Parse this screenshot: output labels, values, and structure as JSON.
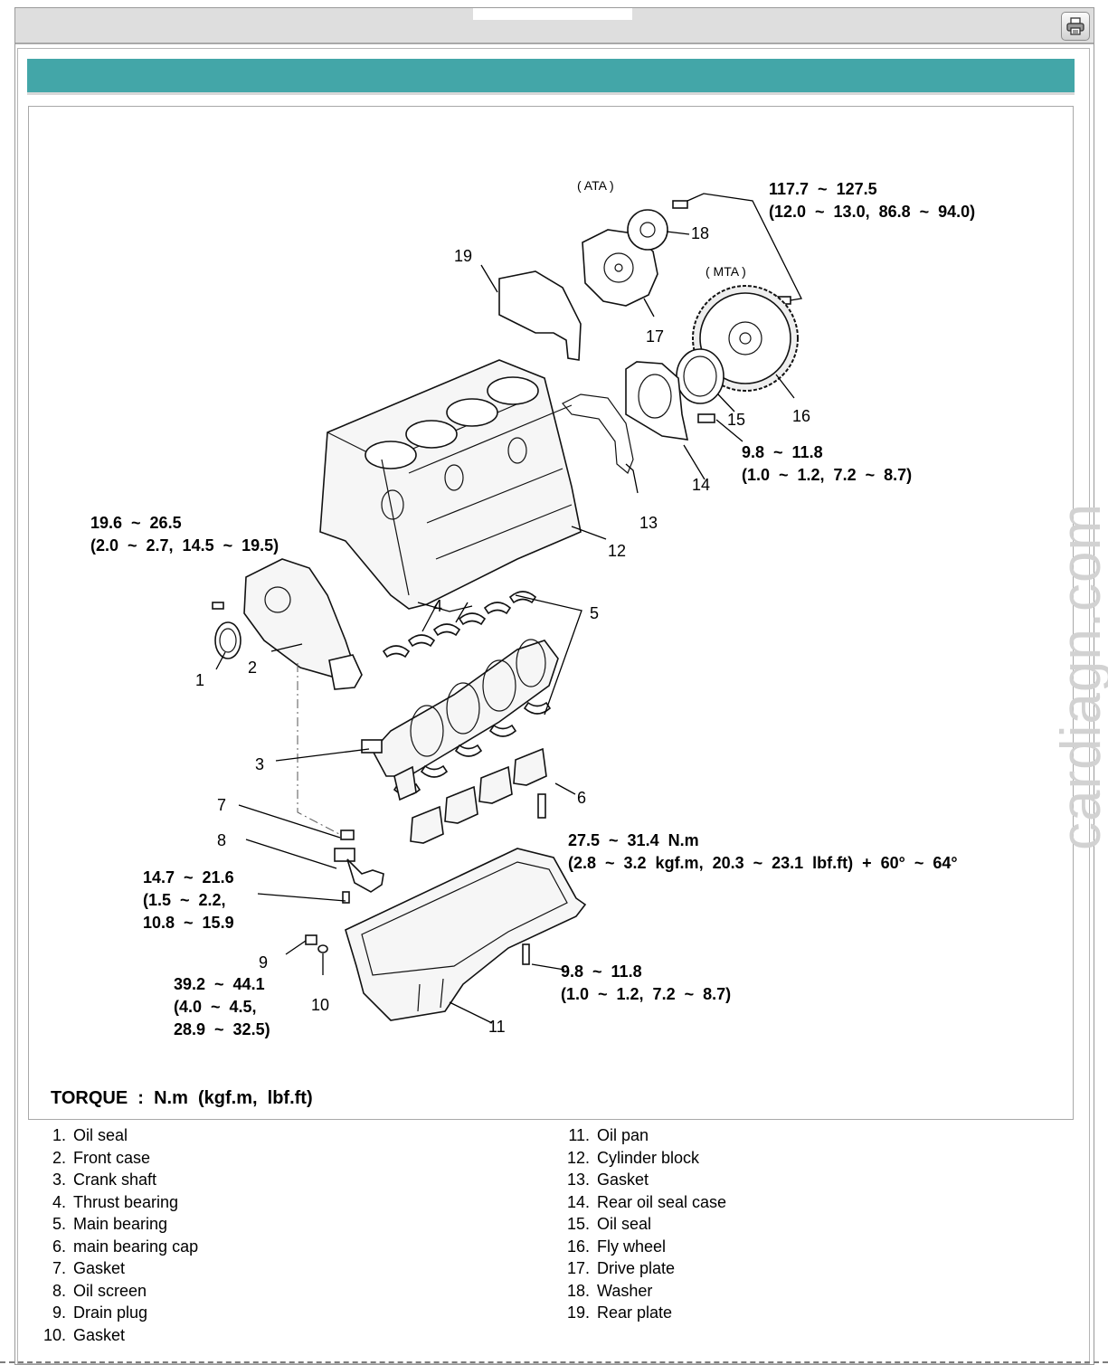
{
  "toolbar": {
    "print_icon": "printer-icon"
  },
  "diagram": {
    "callouts": [
      "1",
      "2",
      "3",
      "4",
      "5",
      "6",
      "7",
      "8",
      "9",
      "10",
      "11",
      "12",
      "13",
      "14",
      "15",
      "16",
      "17",
      "18",
      "19"
    ],
    "ata_label": "( ATA )",
    "mta_label": "( MTA )",
    "torques": {
      "flywheel": {
        "line1": "117.7  ~  127.5",
        "line2": "(12.0  ~  13.0,  86.8  ~  94.0)"
      },
      "rear_seal_case": {
        "line1": "9.8  ~  11.8",
        "line2": "(1.0  ~  1.2,  7.2  ~  8.7)"
      },
      "front_case": {
        "line1": "19.6  ~  26.5",
        "line2": "(2.0  ~  2.7,  14.5  ~  19.5)"
      },
      "bearing_cap": {
        "line1": "27.5  ~  31.4  N.m",
        "line2": "(2.8  ~  3.2  kgf.m,  20.3  ~  23.1  lbf.ft)  +  60°  ~  64°"
      },
      "oil_screen": {
        "line1": "14.7  ~  21.6",
        "line2": "(1.5  ~  2.2,",
        "line3": "10.8  ~  15.9"
      },
      "drain_plug": {
        "line1": "39.2  ~  44.1",
        "line2": "(4.0  ~  4.5,",
        "line3": "28.9  ~  32.5)"
      },
      "oil_pan": {
        "line1": "9.8  ~  11.8",
        "line2": "(1.0  ~  1.2,  7.2  ~  8.7)"
      }
    },
    "torque_legend": "TORQUE  :  N.m  (kgf.m,  lbf.ft)"
  },
  "parts_left": [
    {
      "num": "1.",
      "name": "Oil seal"
    },
    {
      "num": "2.",
      "name": "Front case"
    },
    {
      "num": "3.",
      "name": "Crank shaft"
    },
    {
      "num": "4.",
      "name": "Thrust bearing"
    },
    {
      "num": "5.",
      "name": "Main bearing"
    },
    {
      "num": "6.",
      "name": "main bearing cap"
    },
    {
      "num": "7.",
      "name": "Gasket"
    },
    {
      "num": "8.",
      "name": "Oil screen"
    },
    {
      "num": "9.",
      "name": "Drain plug"
    },
    {
      "num": "10.",
      "name": "Gasket"
    }
  ],
  "parts_right": [
    {
      "num": "11.",
      "name": "Oil pan"
    },
    {
      "num": "12.",
      "name": "Cylinder block"
    },
    {
      "num": "13.",
      "name": "Gasket"
    },
    {
      "num": "14.",
      "name": "Rear oil seal case"
    },
    {
      "num": "15.",
      "name": "Oil seal"
    },
    {
      "num": "16.",
      "name": "Fly wheel"
    },
    {
      "num": "17.",
      "name": "Drive plate"
    },
    {
      "num": "18.",
      "name": "Washer"
    },
    {
      "num": "19.",
      "name": "Rear plate"
    }
  ],
  "watermark": "cardiagn.com"
}
